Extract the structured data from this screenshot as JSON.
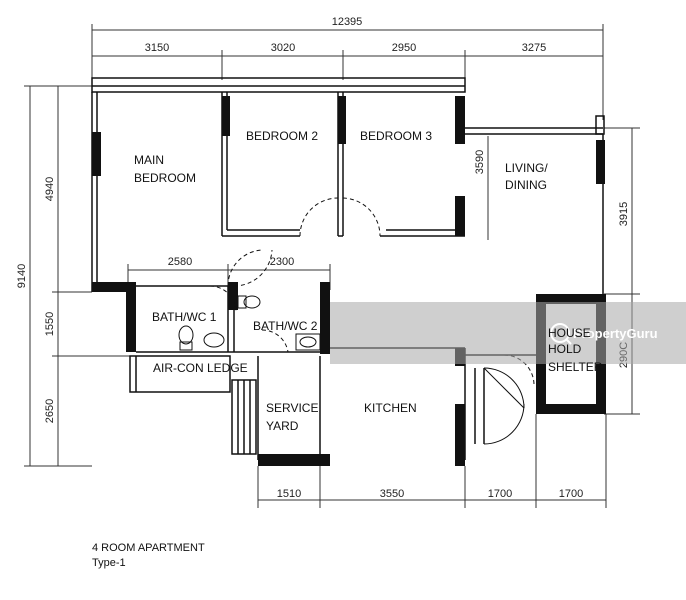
{
  "dimensions": {
    "top_total": "12395",
    "top_segments": [
      "3150",
      "3020",
      "2950",
      "3275"
    ],
    "bottom_segments": [
      "1510",
      "3550",
      "1700",
      "1700"
    ],
    "left_total": "9140",
    "left_segments": [
      "4940",
      "1550",
      "2650"
    ],
    "bath_widths": [
      "2580",
      "2300"
    ],
    "bedroom3_depth": "3590",
    "living_depth": "3915",
    "shelter_depth": "290C"
  },
  "rooms": {
    "main_bedroom_line1": "MAIN",
    "main_bedroom_line2": "BEDROOM",
    "bedroom2": "BEDROOM 2",
    "bedroom3": "BEDROOM 3",
    "living_line1": "LIVING/",
    "living_line2": "DINING",
    "bath1": "BATH/WC 1",
    "bath2": "BATH/WC 2",
    "aircon": "AIR-CON LEDGE",
    "service_line1": "SERVICE",
    "service_line2": "YARD",
    "kitchen": "KITCHEN",
    "shelter_line1": "HOUSE",
    "shelter_line2": "HOLD",
    "shelter_line3": "SHELTER"
  },
  "caption": {
    "line1": "4 ROOM APARTMENT",
    "line2": "Type-1"
  },
  "watermark": {
    "text": "PropertyGuru"
  }
}
